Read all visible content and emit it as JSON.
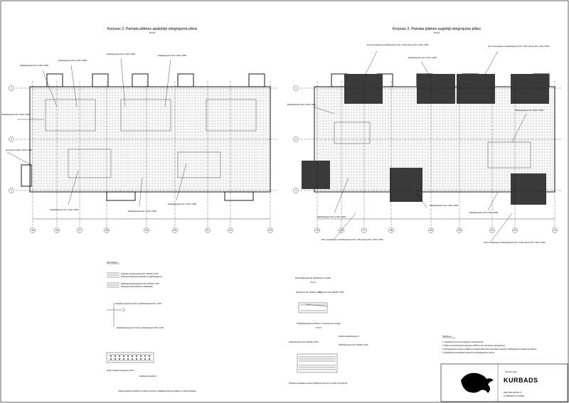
{
  "plan_left": {
    "title": "Korpuss 2. Pamata plātnes apakšējā stiegrojuma plāns",
    "scale": "M1:100",
    "labels": [
      "Papildstiegrojums #12, s=200, l=4000",
      "Papildstiegrojums #12, s=200, l=3000",
      "Papildstiegrojums #12, s=200, l=2000",
      "Papildstiegrojums #12, s=200, l=1500",
      "Papildstiegrojums #12, s=200, l=4000",
      "Papildstiegrojums #12, s=200, l=3000",
      "Papildstiegrojums #12, s=200, l=2000",
      "Papildstiegrojums #12, s=200, l=1500"
    ],
    "left_note": "Ap atvērumu šveltsi, 4 #12, l=1500"
  },
  "plan_right": {
    "title": "Korpuss 2. Pamata plātnes augšējā stiegrojuma plāns",
    "scale": "M1:100",
    "labels": [
      "Zonā, kurā jāstiegro ar dūbelstiegrojumu #12, s=200, pārnese #12, s=200, l=2000",
      "Papildstiegrojums #12, s=200, l=4000",
      "Papildstiegrojums #12, s=200, l=3000",
      "Papildstiegrojums #12, s=200, l=2000",
      "Papildstiegrojums #12, s=200, l=1500",
      "Papildstiegrojums #12, s=200, l=4000",
      "Papildstiegrojums #12, s=200, l=3000"
    ]
  },
  "axes_bottom": [
    "15",
    "16",
    "17",
    "18",
    "19",
    "20",
    "21",
    "22",
    "23"
  ],
  "axes_bottom_right": [
    "15",
    "16",
    "17",
    "18",
    "19",
    "20",
    "21",
    "22",
    "23"
  ],
  "axes_side": [
    "1",
    "2",
    "3"
  ],
  "legend": {
    "title": "Apzīmējumi",
    "row1": "Augšējais pamatstiegrojums #12, 200/200, s=200",
    "row1b": "Stiegrojuma plāna perpendikulārs ar papildstiegrojumu",
    "row2": "Apakšējais pamatstiegrojums #12, 200/200, s=200",
    "row2b": "Stiegrojuma plāna paralēls ar arkalkulāciju",
    "row3": "Augšējais stiegrojuma virziens, papildstiegrojums #12, s=200",
    "row4": "Apakšējais stiegrojuma virziens, papildstiegrojums #12, s=200",
    "row5a": "Ārējais stiegrojuma atsegums 40mm",
    "row5b": "Apakšējais stiegrojums",
    "row6": "Augšējā stiegrojuma attālums no plātnes virsmas un apakšējā stiegrojuma attālums no plātnes apakšas"
  },
  "detail1": {
    "title": "Pamatstiegrojuma pārlaiduma mezgls",
    "scale": "M1:10",
    "labels": [
      "Stiegrojums #12, 200/200, s=200",
      "Stiegrojums #12, 200/200, s=200"
    ]
  },
  "detail2": {
    "title": "Papildstiegrojuma Ø12mm izvietojuma mezgls",
    "scale": "M1:10",
    "labels": [
      "Papildstiegrojums #12, 200/200, s=200",
      "Atkārtots papildstiegrojums",
      "Papildstiegrojums #12, 200/200, s=200"
    ],
    "bottom_note": "Stiegrojuma pārlaidumi veidot ar pārlaidumu tieši virs un vismaz 40 Ø garumā"
  },
  "notes": {
    "title": "Piezīmes",
    "items": [
      "1. Vispārīgās piezīmes par stiegrojumu skatīt lapā 001.",
      "2. Plātnes stiegrošanai lietot stiegrojumu A500C ar tam piemērotiem stiprinājumiem.",
      "3. Pamatstiegrojums plātnes apakšējā un augšējā daļā izvietots visā plātnes laukumā, papildstiegrojumi saskaņā ar rasējumu.",
      "4. Papildstiegrojuma pārlaidumi jāveido ar pamatstiegrojuma virzienā."
    ]
  },
  "company": {
    "group": "Inženieru grupa",
    "name": "KURBADS",
    "address": "Rīga, Maira iela 52b–17",
    "phone": "tel 29004040 fax 67374460"
  },
  "colors": {
    "line": "#000000",
    "grid": "#9a9a9a",
    "hatch": "#3a3a3a"
  }
}
